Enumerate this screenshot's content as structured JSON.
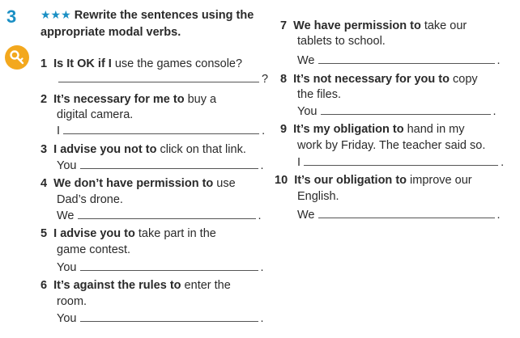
{
  "exercise": {
    "number": "3",
    "stars": "★★★",
    "rubric_line1": "Rewrite the sentences using the",
    "rubric_line2": "appropriate modal verbs."
  },
  "icons": {
    "answer_key": "key-icon"
  },
  "items": [
    {
      "num": "1",
      "bold": "Is It OK if I",
      "rest": " use the games console?",
      "answer_start": "",
      "end": "?"
    },
    {
      "num": "2",
      "bold": "It’s necessary for me to",
      "rest": " buy a",
      "line2": "digital camera.",
      "answer_start": "I",
      "end": "."
    },
    {
      "num": "3",
      "bold": "I advise you not to",
      "rest": " click on that link.",
      "answer_start": "You",
      "end": "."
    },
    {
      "num": "4",
      "bold": "We don’t have permission to",
      "rest": " use",
      "line2": "Dad’s drone.",
      "answer_start": "We",
      "end": "."
    },
    {
      "num": "5",
      "bold": "I advise you to",
      "rest": " take part in the",
      "line2": "game contest.",
      "answer_start": "You",
      "end": "."
    },
    {
      "num": "6",
      "bold": "It’s against the rules to",
      "rest": " enter the",
      "line2": "room.",
      "answer_start": "You",
      "end": "."
    },
    {
      "num": "7",
      "bold": "We have permission to",
      "rest": " take our",
      "line2": "tablets to school.",
      "answer_start": "We",
      "end": "."
    },
    {
      "num": "8",
      "bold": "It’s not necessary for you to",
      "rest": " copy",
      "line2": "the files.",
      "answer_start": "You",
      "end": "."
    },
    {
      "num": "9",
      "bold": "It’s my obligation to",
      "rest": " hand in my",
      "line2": "work by Friday. The teacher said so.",
      "answer_start": "I",
      "end": "."
    },
    {
      "num": "10",
      "bold": "It’s our obligation to",
      "rest": " improve our",
      "line2": "English.",
      "answer_start": "We",
      "end": "."
    }
  ]
}
